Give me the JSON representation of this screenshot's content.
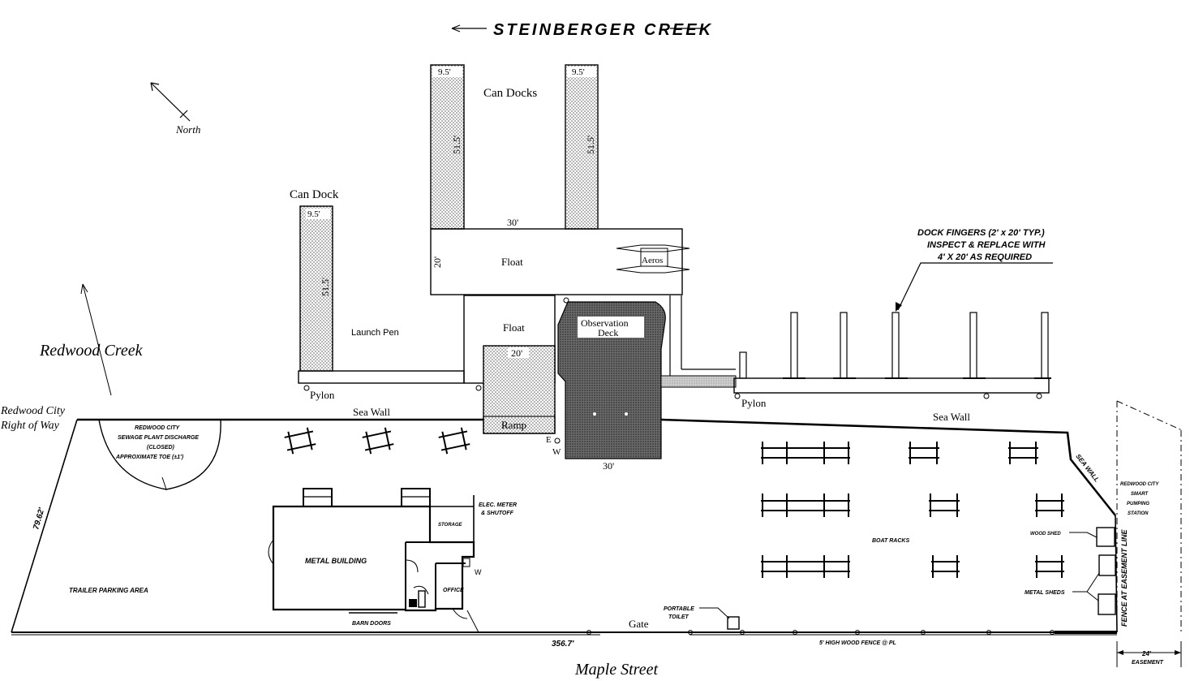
{
  "colors": {
    "ink": "#000000",
    "paper": "#ffffff",
    "deck": "#5a5a5a"
  },
  "labels": {
    "creek_top": "STEINBERGER CREEK",
    "north": "North",
    "can_docks": "Can Docks",
    "can_dock": "Can Dock",
    "dim_9_5_a": "9.5'",
    "dim_9_5_b": "9.5'",
    "dim_9_5_c": "9.5'",
    "dim_51_5_a": "51.5'",
    "dim_51_5_b": "51.5'",
    "dim_51_5_c": "51.5'",
    "dim_30_top": "30'",
    "dim_20_side": "20'",
    "float_upper": "Float",
    "aeros": "Aeros",
    "float_lower": "Float",
    "dim_20_ramp": "20'",
    "ramp": "Ramp",
    "observation": "Observation",
    "deck": "Deck",
    "dim_30_bottom": "30'",
    "e_mark": "E",
    "w_mark": "W",
    "w_mark_2": "W",
    "launch_pen": "Launch Pen",
    "pylon_left": "Pylon",
    "pylon_right": "Pylon",
    "dock_fingers_1": "DOCK FINGERS (2' x 20' TYP.)",
    "dock_fingers_2": "INSPECT & REPLACE WITH",
    "dock_fingers_3": "4' X 20' AS REQUIRED",
    "redwood_creek": "Redwood Creek",
    "rwc_row_1": "Redwood City",
    "rwc_row_2": "Right of Way",
    "sea_wall_left": "Sea Wall",
    "sea_wall_right": "Sea Wall",
    "sea_wall_diag": "SEA WALL",
    "sewage_1": "REDWOOD CITY",
    "sewage_2": "SEWAGE PLANT DISCHARGE",
    "sewage_3": "(CLOSED)",
    "sewage_4": "APPROXIMATE TOE (±1')",
    "dim_79_62": "79.62'",
    "trailer_parking": "TRAILER PARKING AREA",
    "metal_building": "METAL BUILDING",
    "storage": "STORAGE",
    "elec_1": "ELEC. METER",
    "elec_2": "& SHUTOFF",
    "office": "OFFICE",
    "barn_doors": "BARN DOORS",
    "dim_356_7": "356.7'",
    "gate": "Gate",
    "portable_1": "PORTABLE",
    "portable_2": "TOILET",
    "fence_note": "5' HIGH WOOD FENCE @ PL",
    "boat_racks": "BOAT RACKS",
    "wood_shed": "WOOD SHED",
    "metal_sheds": "METAL SHEDS",
    "pump_1": "REDWOOD CITY",
    "pump_2": "SMART",
    "pump_3": "PUMPING",
    "pump_4": "STATION",
    "fence_easement": "FENCE AT EASEMENT LINE",
    "dim_24": "24'",
    "easement": "EASEMENT",
    "maple_street": "Maple Street"
  }
}
